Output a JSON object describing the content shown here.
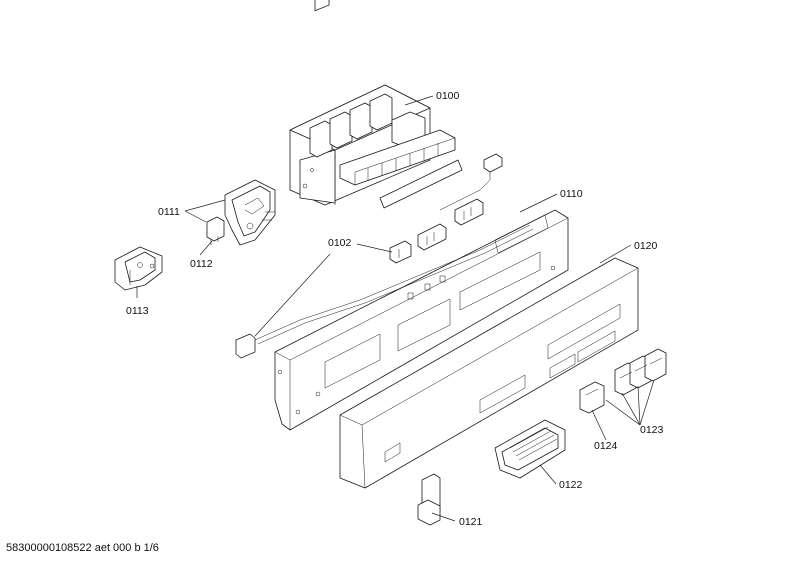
{
  "footer": "58300000108522 aet 000 b 1/6",
  "labels": {
    "p0100": "0100",
    "p0110": "0110",
    "p0111": "0111",
    "p0112": "0112",
    "p0113": "0113",
    "p0102": "0102",
    "p0120": "0120",
    "p0121": "0121",
    "p0122": "0122",
    "p0123": "0123",
    "p0124": "0124"
  }
}
